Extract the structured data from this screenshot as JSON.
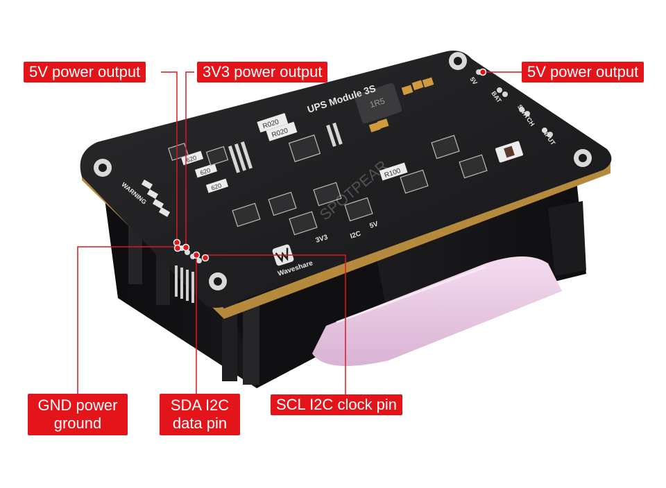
{
  "labels": {
    "top_left": "5V power output",
    "top_center": "3V3 power output",
    "top_right": "5V power output",
    "gnd_line1": "GND power",
    "gnd_line2": "ground",
    "sda_line1": "SDA I2C",
    "sda_line2": "data pin",
    "scl": "SCL I2C clock pin"
  },
  "board": {
    "title": "UPS Module 3S",
    "warning": "WARNING",
    "brand": "Waveshare",
    "silk_3v3": "3V3",
    "silk_i2c": "I2C",
    "silk_5v": "5V",
    "silk_bat": "BAT",
    "silk_switch": "SWITCH",
    "silk_input": "INPUT",
    "silk_5v_right": "5V",
    "inductor": "1R5",
    "resistor_a": "R020",
    "resistor_b": "R020",
    "resistor_c": "R100",
    "resistor_d": "620",
    "resistor_e": "620",
    "resistor_f": "620",
    "watermark": "SPOTPEAR"
  },
  "colors": {
    "callout": "#e3151b",
    "pcb": "#1c1c1e",
    "holder": "#141416",
    "battery": "#e7c8e2",
    "pad": "#d7d7d7"
  }
}
